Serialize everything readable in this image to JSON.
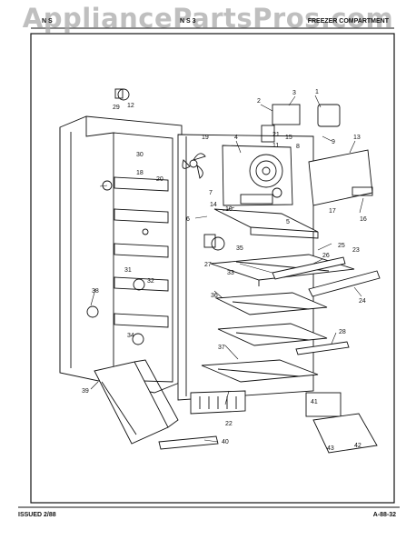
{
  "watermark": "AppliancePartsPros.com",
  "header": {
    "left": "N S",
    "model": "N S 3",
    "section_title": "FREEZER COMPARTMENT"
  },
  "footer": {
    "issued": "ISSUED 2/88",
    "page_ref": "A-88-32"
  },
  "callouts": [
    "1",
    "2",
    "3",
    "4",
    "5",
    "6",
    "7",
    "8",
    "9",
    "10",
    "11",
    "12",
    "13",
    "14",
    "15",
    "16",
    "17",
    "18",
    "19",
    "20",
    "21",
    "22",
    "23",
    "24",
    "25",
    "26",
    "27",
    "28",
    "29",
    "30",
    "31",
    "32",
    "33",
    "34",
    "35",
    "36",
    "37",
    "38",
    "39",
    "40",
    "41",
    "42",
    "43"
  ],
  "colors": {
    "ink": "#111111",
    "paper": "#ffffff",
    "watermark": "#aaaaaa"
  }
}
